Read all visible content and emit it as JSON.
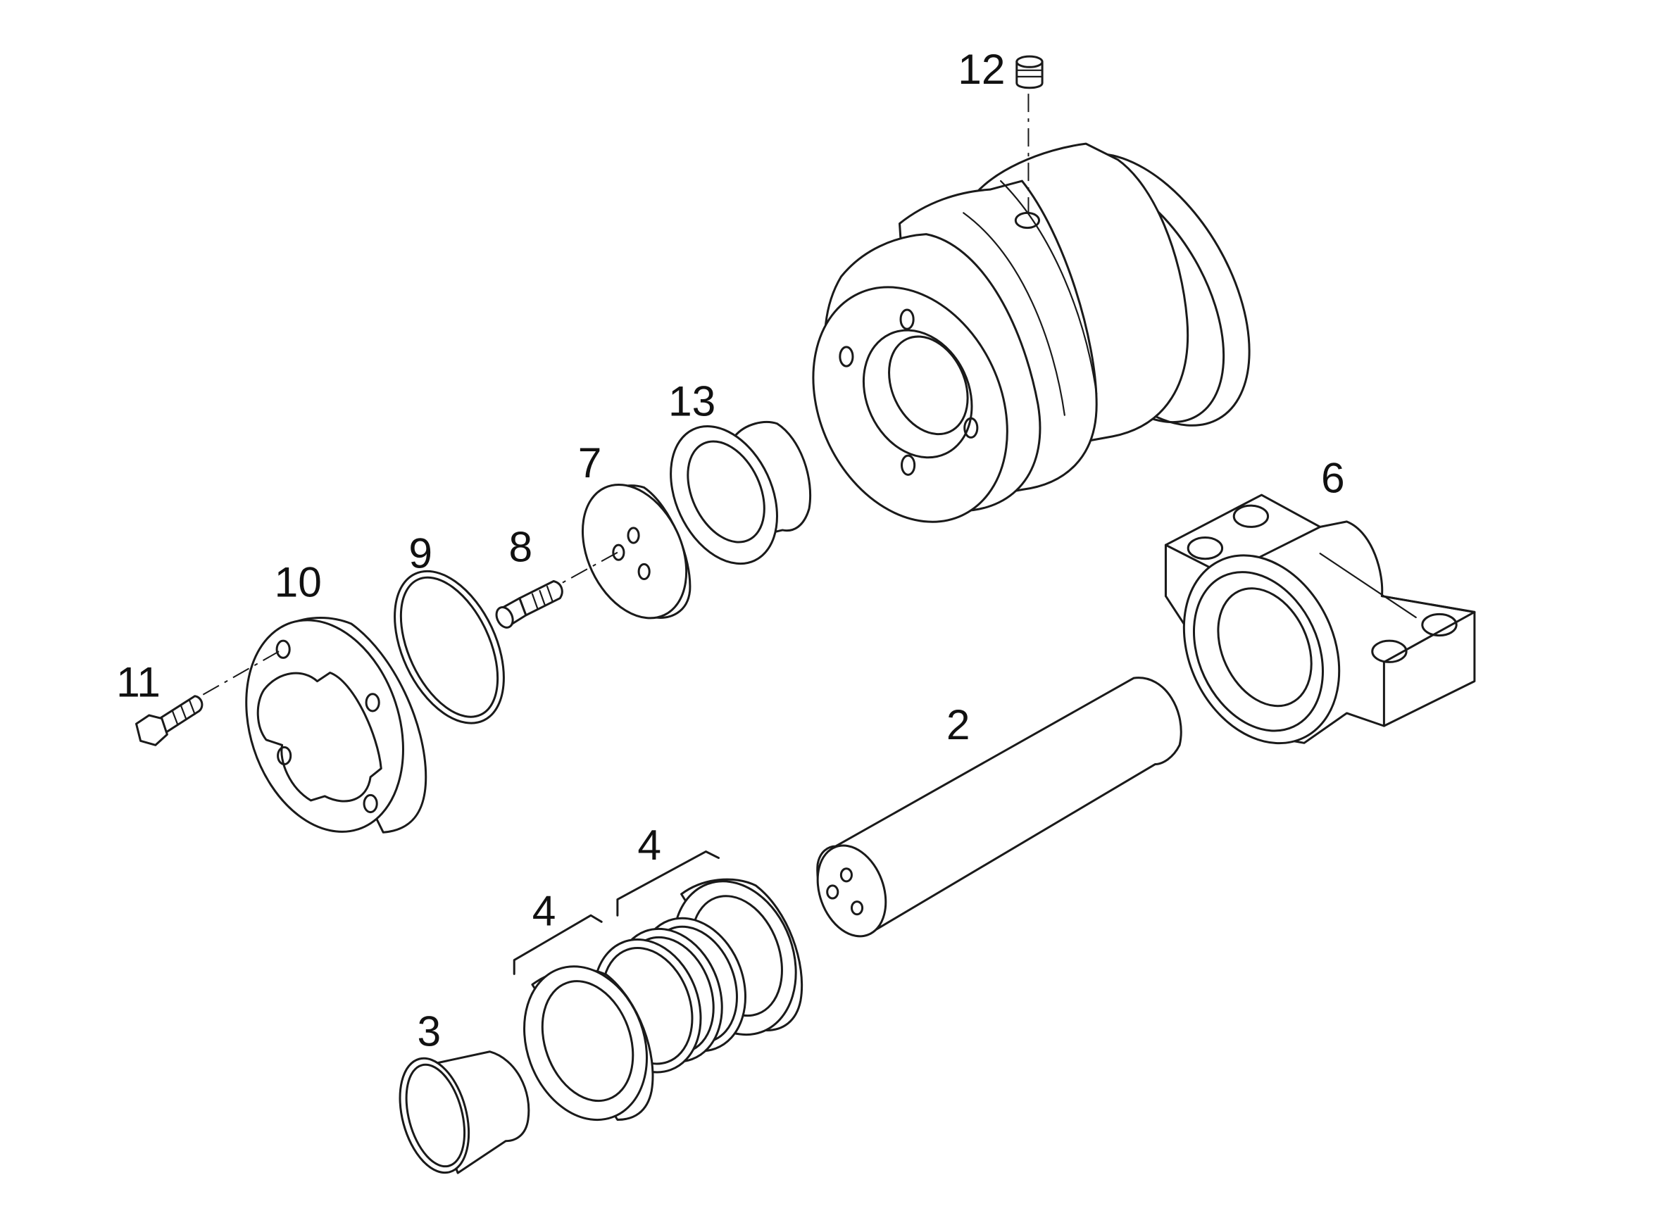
{
  "diagram": {
    "type": "exploded-parts-view",
    "colors": {
      "line": "#1a1a1a",
      "background": "#ffffff"
    },
    "parts": [
      {
        "id": "p12",
        "label": "12",
        "name": "plug"
      },
      {
        "id": "p1",
        "label": "",
        "name": "roller"
      },
      {
        "id": "p13",
        "label": "13",
        "name": "bushing"
      },
      {
        "id": "p7",
        "label": "7",
        "name": "cover-plate"
      },
      {
        "id": "p8",
        "label": "8",
        "name": "socket-screw"
      },
      {
        "id": "p9",
        "label": "9",
        "name": "o-ring"
      },
      {
        "id": "p10",
        "label": "10",
        "name": "flange"
      },
      {
        "id": "p11",
        "label": "11",
        "name": "hex-bolt"
      },
      {
        "id": "p6",
        "label": "6",
        "name": "bracket"
      },
      {
        "id": "p2",
        "label": "2",
        "name": "shaft"
      },
      {
        "id": "p4a",
        "label": "4",
        "name": "seal-set-upper"
      },
      {
        "id": "p4b",
        "label": "4",
        "name": "seal-set-lower"
      },
      {
        "id": "p3",
        "label": "3",
        "name": "sleeve"
      }
    ]
  }
}
